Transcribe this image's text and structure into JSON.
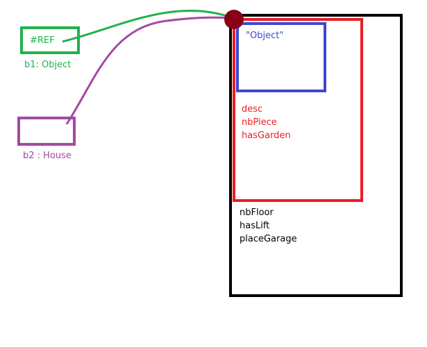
{
  "colors": {
    "ref_green": "#22b14c",
    "house_purple": "#a349a4",
    "object_blue": "#3f48cc",
    "house_red": "#ed1c24",
    "outer_black": "#000000",
    "node_maroon": "#880015"
  },
  "b1": {
    "content": "#REF",
    "caption": "b1: Object"
  },
  "b2": {
    "content": "",
    "caption": "b2 : House"
  },
  "object_box": {
    "label": "\"Object\""
  },
  "house_fields": [
    "desc",
    "nbPiece",
    "hasGarden"
  ],
  "outer_fields": [
    "nbFloor",
    "hasLift",
    "placeGarage"
  ]
}
